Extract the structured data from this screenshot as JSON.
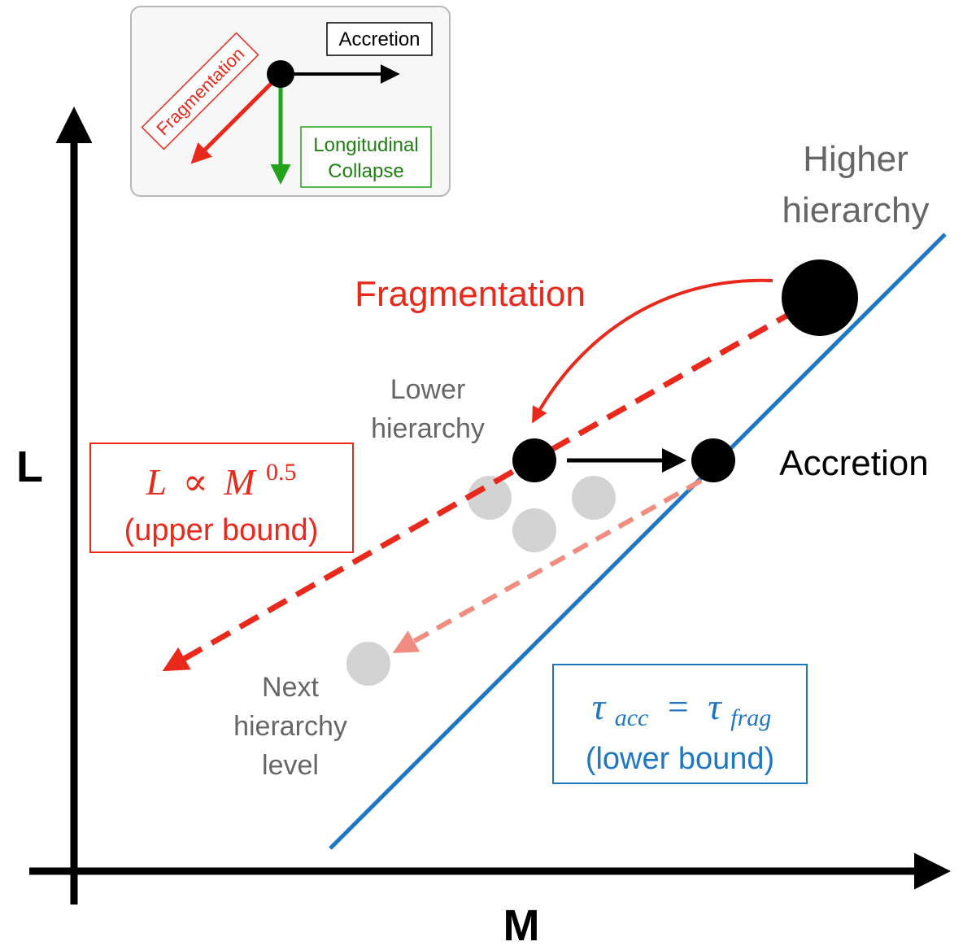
{
  "colors": {
    "black": "#000000",
    "red": "#e8291c",
    "light_red": "#f08c80",
    "blue": "#1f77c4",
    "green": "#22a319",
    "dark_green": "#1d7f14",
    "gray_text": "#666666",
    "gray_dot": "#d3d3d3",
    "legend_border": "#b8b8b8",
    "legend_bg": "#f7f7f7"
  },
  "axes": {
    "y_label": "L",
    "x_label": "M"
  },
  "legend": {
    "accretion": "Accretion",
    "fragmentation": "Fragmentation",
    "collapse_line1": "Longitudinal",
    "collapse_line2": "Collapse"
  },
  "labels": {
    "higher_line1": "Higher",
    "higher_line2": "hierarchy",
    "fragmentation": "Fragmentation",
    "lower_line1": "Lower",
    "lower_line2": "hierarchy",
    "accretion": "Accretion",
    "next_line1": "Next",
    "next_line2": "hierarchy",
    "next_line3": "level"
  },
  "upper_box": {
    "eq_L": "L",
    "eq_prop": "∝",
    "eq_M": "M",
    "eq_exp": "0.5",
    "caption": "(upper bound)"
  },
  "lower_box": {
    "eq_tau1": "τ",
    "eq_sub1": "acc",
    "eq_equals": "=",
    "eq_tau2": "τ",
    "eq_sub2": "frag",
    "caption": "(lower bound)"
  }
}
